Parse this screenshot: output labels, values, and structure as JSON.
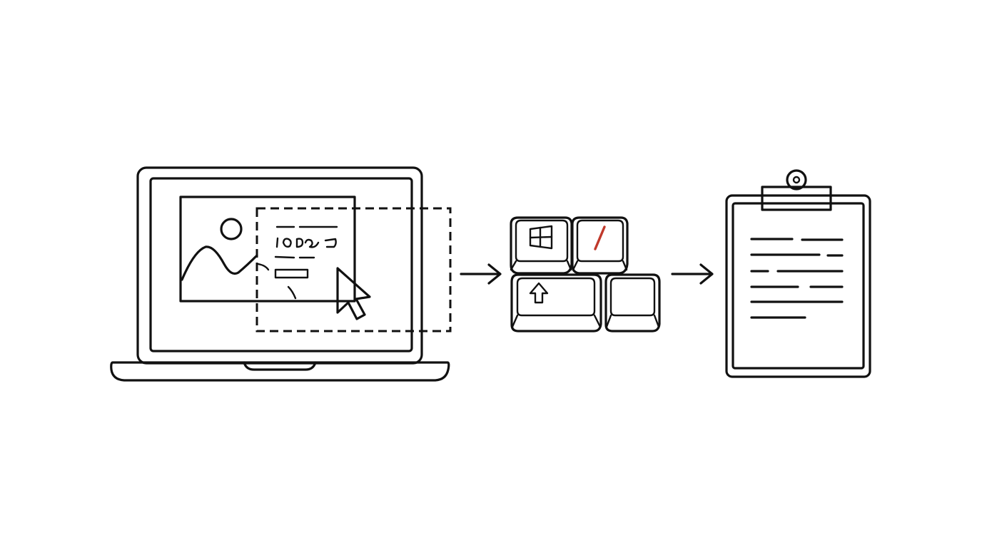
{
  "colors": {
    "ink": "#111111",
    "accent": "#c0392b",
    "background": "#ffffff"
  },
  "steps": [
    {
      "name": "laptop-screen-selection",
      "icon": "laptop-with-screen-snip-icon"
    },
    {
      "name": "keyboard-shortcut",
      "icon": "windows-shift-slash-keys-icon"
    },
    {
      "name": "clipboard",
      "icon": "clipboard-document-icon"
    }
  ],
  "keys": {
    "windows": "windows-logo-icon",
    "slash": "slash-icon",
    "shift": "shift-arrow-icon",
    "blank": "blank-key"
  }
}
